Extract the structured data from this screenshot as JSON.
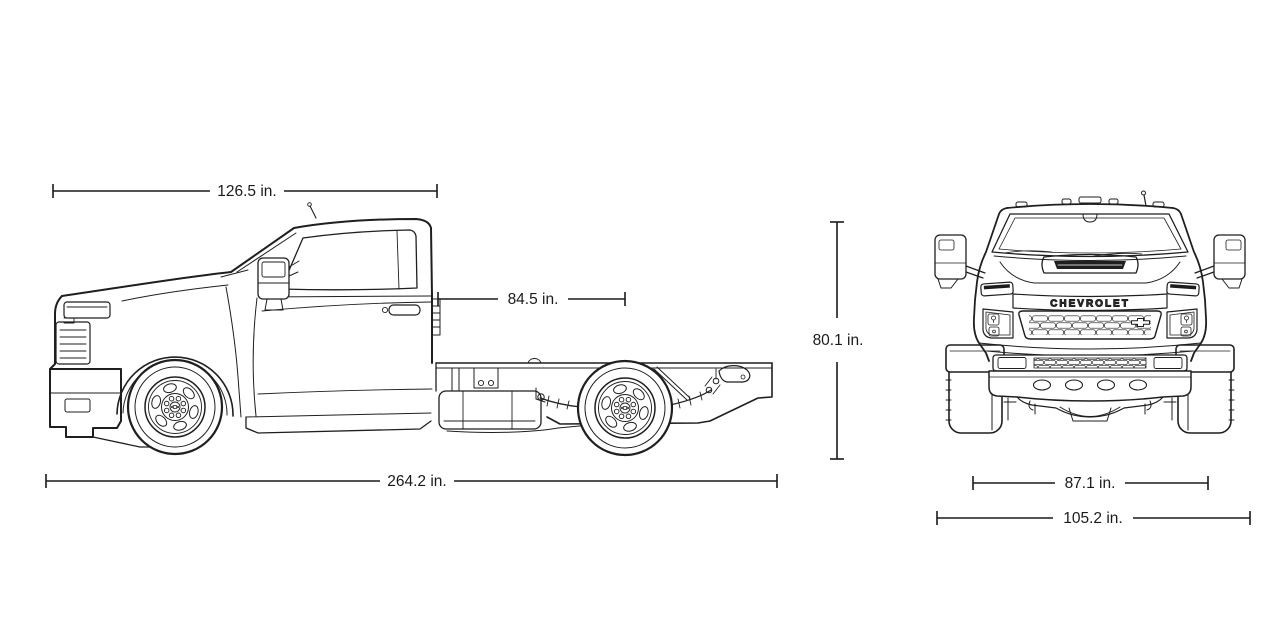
{
  "page": {
    "background_color": "#ffffff",
    "line_color": "#1f1f1f"
  },
  "diagram": {
    "branding": {
      "grille_text": "CHEVROLET"
    },
    "dimensions": {
      "front_to_back_of_cab": "126.5 in.",
      "cab_to_rear_axle": "84.5 in.",
      "overall_length": "264.2 in.",
      "overall_height": "80.1 in.",
      "body_width": "87.1 in.",
      "width_with_mirrors": "105.2 in."
    }
  }
}
